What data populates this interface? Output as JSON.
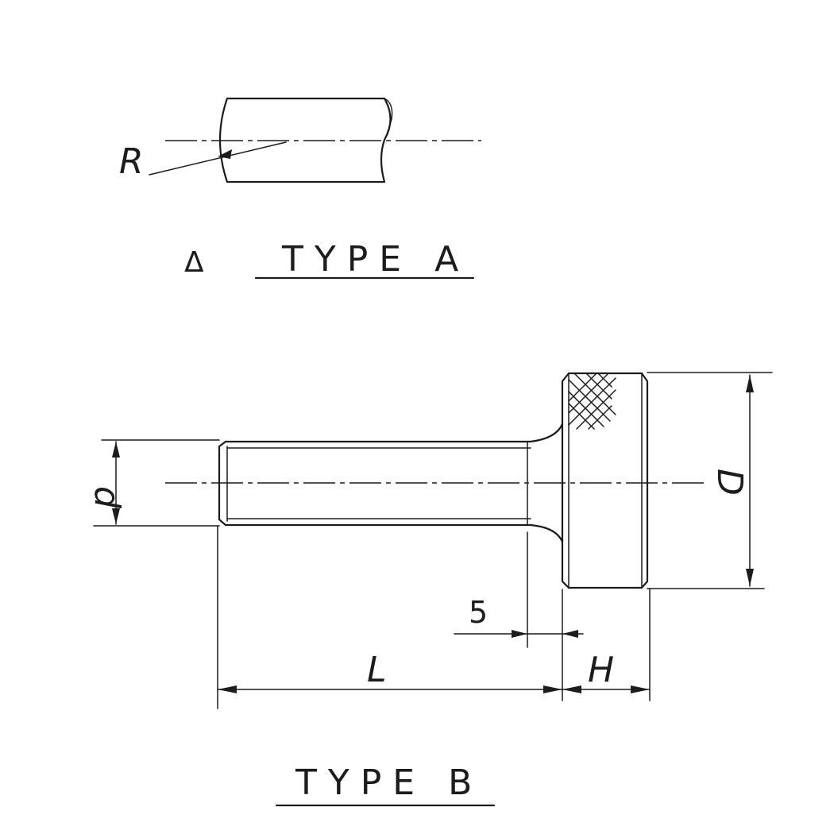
{
  "type_a": {
    "title": "TYPE A",
    "marker_symbol": "Δ",
    "radius_label": "R"
  },
  "type_b": {
    "title": "TYPE B",
    "dimensions": {
      "shank_diameter": "d",
      "head_diameter": "D",
      "length": "L",
      "head_height": "H",
      "neck_length": "5"
    }
  },
  "colors": {
    "ink": "#1c1c1c",
    "paper": "#ffffff"
  }
}
